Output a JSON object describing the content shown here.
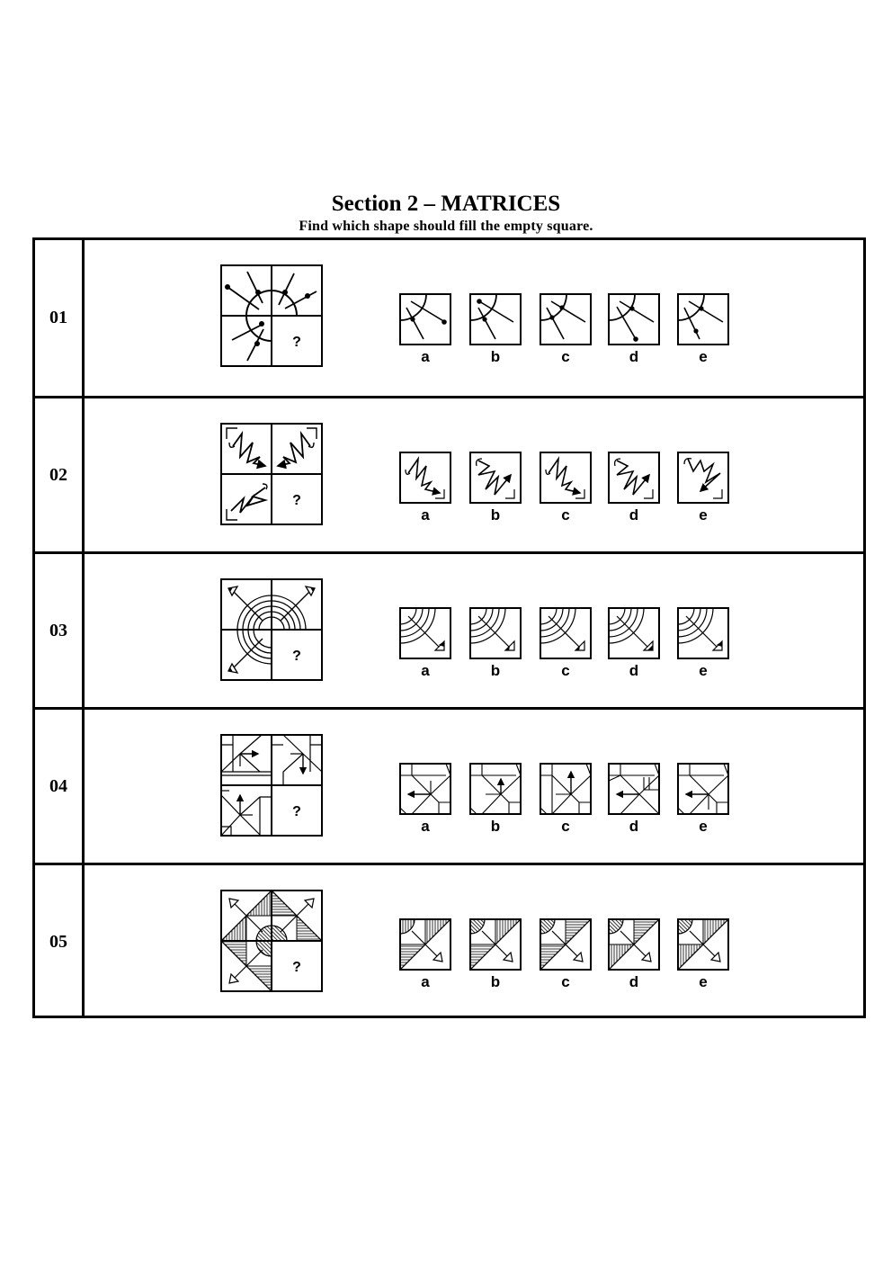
{
  "header": {
    "title": "Section 2 – MATRICES",
    "subtitle": "Find which shape should fill the empty square."
  },
  "questions": [
    {
      "number": "01",
      "missing_cell_label": "?",
      "options": [
        "a",
        "b",
        "c",
        "d",
        "e"
      ],
      "matrix_icon": "arc-lines-with-dots-icon"
    },
    {
      "number": "02",
      "missing_cell_label": "?",
      "options": [
        "a",
        "b",
        "c",
        "d",
        "e"
      ],
      "matrix_icon": "zigzag-arrow-icon"
    },
    {
      "number": "03",
      "missing_cell_label": "?",
      "options": [
        "a",
        "b",
        "c",
        "d",
        "e"
      ],
      "matrix_icon": "concentric-arcs-arrows-icon"
    },
    {
      "number": "04",
      "missing_cell_label": "?",
      "options": [
        "a",
        "b",
        "c",
        "d",
        "e"
      ],
      "matrix_icon": "octagon-arrow-icon"
    },
    {
      "number": "05",
      "missing_cell_label": "?",
      "options": [
        "a",
        "b",
        "c",
        "d",
        "e"
      ],
      "matrix_icon": "hatched-triangles-arrow-icon"
    }
  ]
}
